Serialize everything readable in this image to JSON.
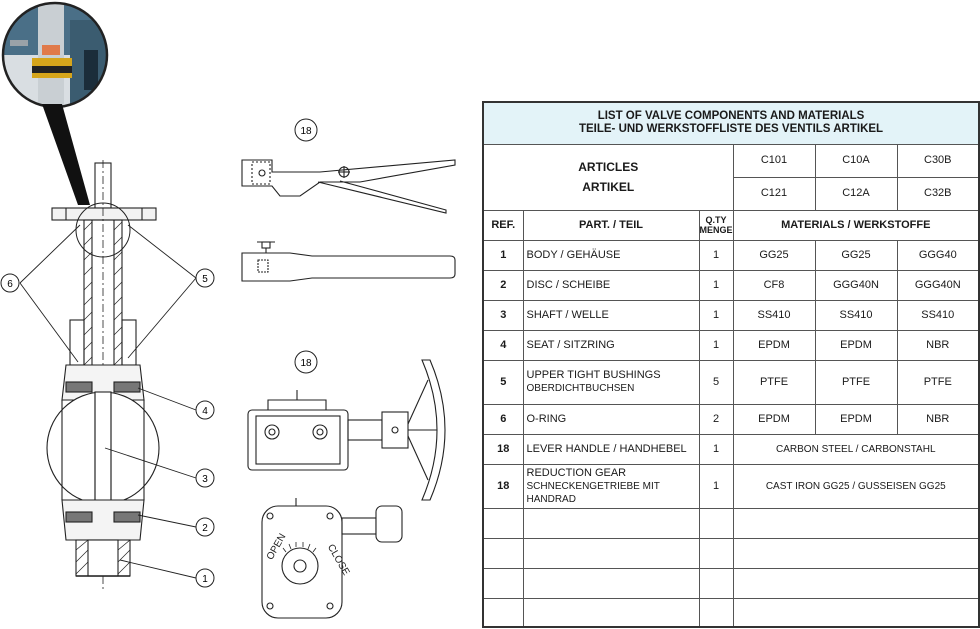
{
  "table": {
    "title_en": "LIST OF VALVE COMPONENTS AND MATERIALS",
    "title_de": "TEILE- UND WERKSTOFFLISTE DES VENTILS ARTIKEL",
    "articles_en": "ARTICLES",
    "articles_de": "ARTIKEL",
    "article_codes_row1": [
      "C101",
      "C10A",
      "C30B"
    ],
    "article_codes_row2": [
      "C121",
      "C12A",
      "C32B"
    ],
    "col_ref": "REF.",
    "col_part": "PART. / TEIL",
    "col_qty_en": "Q.TY",
    "col_qty_de": "MENGE",
    "col_materials": "MATERIALS / WERKSTOFFE",
    "rows": [
      {
        "ref": "1",
        "part_en": "BODY",
        "part_de": "GEHÄUSE",
        "qty": "1",
        "m1": "GG25",
        "m2": "GG25",
        "m3": "GGG40"
      },
      {
        "ref": "2",
        "part_en": "DISC",
        "part_de": "SCHEIBE",
        "qty": "1",
        "m1": "CF8",
        "m2": "GGG40N",
        "m3": "GGG40N"
      },
      {
        "ref": "3",
        "part_en": "SHAFT",
        "part_de": "WELLE",
        "qty": "1",
        "m1": "SS410",
        "m2": "SS410",
        "m3": "SS410"
      },
      {
        "ref": "4",
        "part_en": "SEAT",
        "part_de": "SITZRING",
        "qty": "1",
        "m1": "EPDM",
        "m2": "EPDM",
        "m3": "NBR"
      },
      {
        "ref": "5",
        "part_en": "UPPER TIGHT BUSHINGS",
        "part_de": "OBERDICHTBUCHSEN",
        "qty": "5",
        "m1": "PTFE",
        "m2": "PTFE",
        "m3": "PTFE"
      },
      {
        "ref": "6",
        "part_en": "O-RING",
        "part_de": "",
        "qty": "2",
        "m1": "EPDM",
        "m2": "EPDM",
        "m3": "NBR"
      },
      {
        "ref": "18",
        "part_en": "LEVER HANDLE",
        "part_de": "HANDHEBEL",
        "qty": "1",
        "mat_en": "CARBON STEEL",
        "mat_de": "CARBONSTAHL"
      },
      {
        "ref": "18",
        "part_en": "REDUCTION GEAR",
        "part_de": "SCHNECKENGETRIEBE MIT HANDRAD",
        "qty": "1",
        "mat_en": "CAST IRON GG25",
        "mat_de": "GUSSEISEN GG25"
      }
    ]
  },
  "drawing": {
    "callouts": [
      "6",
      "5",
      "4",
      "3",
      "2",
      "1",
      "18",
      "18"
    ],
    "gear_text_open": "OPEN",
    "gear_text_close": "CLOSE"
  }
}
